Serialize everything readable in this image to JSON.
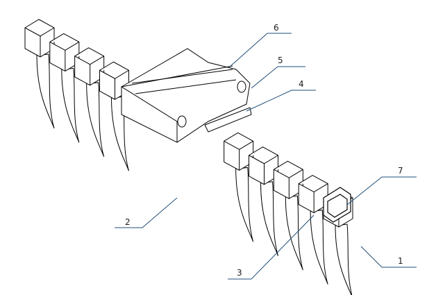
{
  "drawing": {
    "subject": "rake-attachment-isometric",
    "line_color": "#000000",
    "leader_color": "#1f4e79",
    "callouts": [
      {
        "id": "1",
        "label": "1"
      },
      {
        "id": "2",
        "label": "2"
      },
      {
        "id": "3",
        "label": "3"
      },
      {
        "id": "4",
        "label": "4"
      },
      {
        "id": "5",
        "label": "5"
      },
      {
        "id": "6",
        "label": "6"
      },
      {
        "id": "7",
        "label": "7"
      }
    ]
  }
}
